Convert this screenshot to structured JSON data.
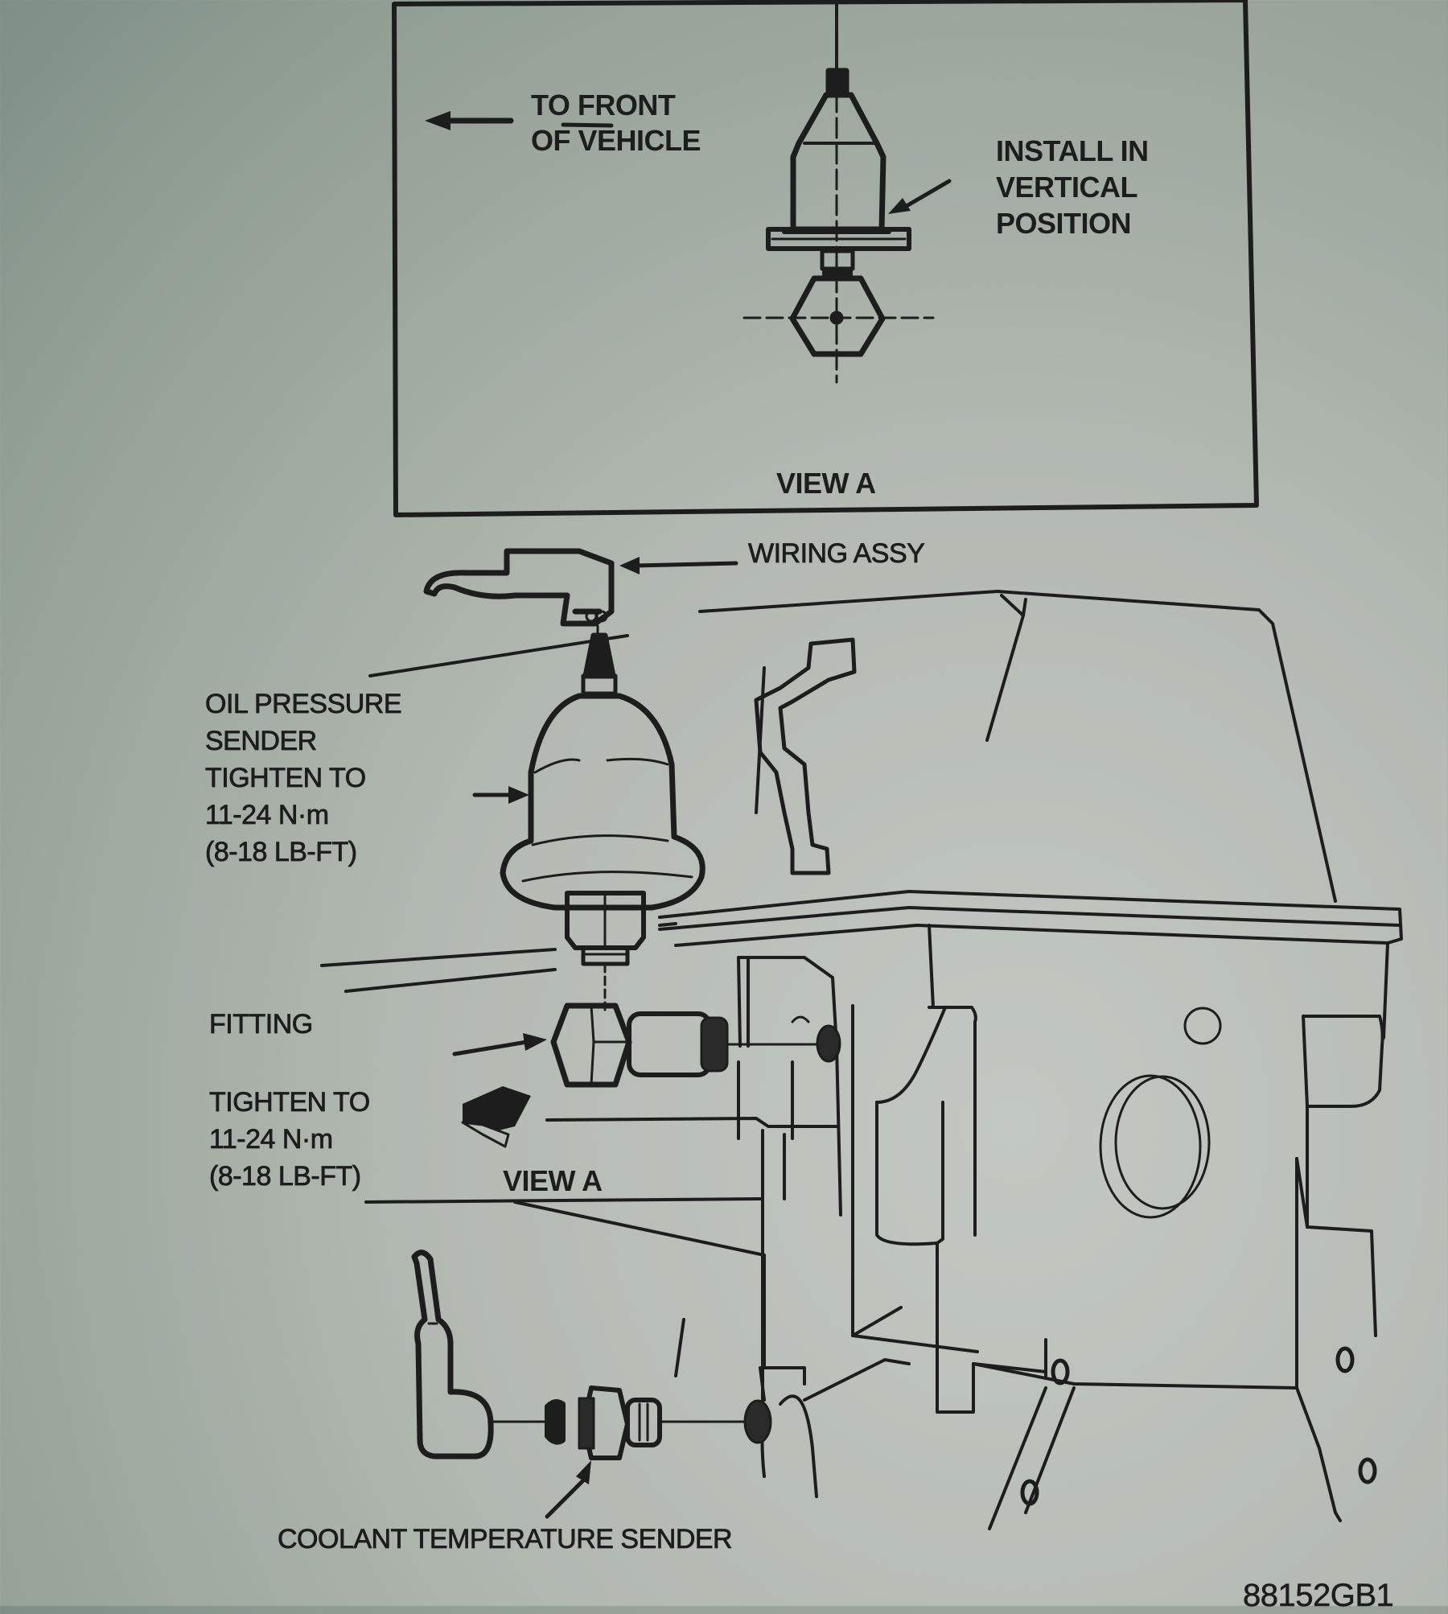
{
  "figure_id": "88152GB1",
  "inset": {
    "title": "VIEW A",
    "labels": {
      "front_line1": "TO FRONT",
      "front_line2": "OF VEHICLE",
      "install_line1": "INSTALL IN",
      "install_line2": "VERTICAL",
      "install_line3": "POSITION"
    }
  },
  "callouts": {
    "wiring_assy": "WIRING ASSY",
    "oil_sender": {
      "line1": "OIL PRESSURE",
      "line2": "SENDER",
      "line3": "TIGHTEN TO",
      "line4": "11-24 N·m",
      "line5": "(8-18 LB-FT)"
    },
    "fitting": {
      "label": "FITTING",
      "line1": "TIGHTEN TO",
      "line2": "11-24 N·m",
      "line3": "(8-18 LB-FT)"
    },
    "view_a_ref": "VIEW A",
    "coolant_sender": "COOLANT TEMPERATURE SENDER"
  },
  "colors": {
    "ink": "#1d1d1d",
    "paper": "#b8beb7"
  }
}
